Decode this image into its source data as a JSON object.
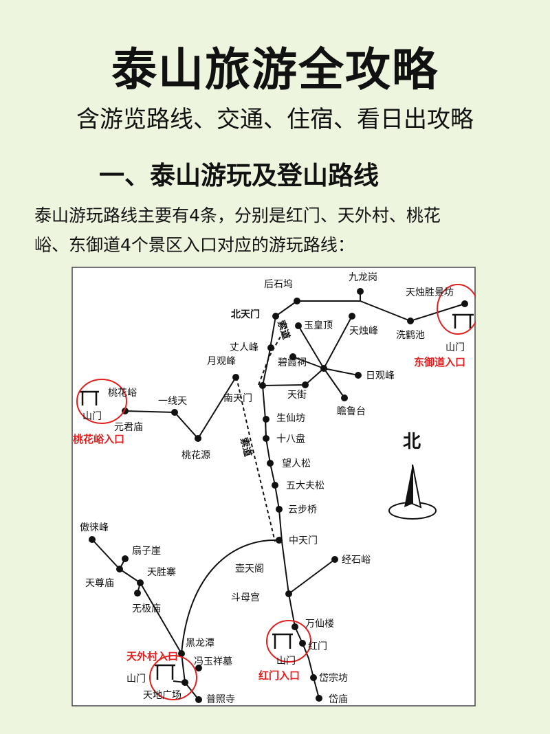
{
  "header": {
    "title": "泰山旅游全攻略",
    "subtitle": "含游览路线、交通、住宿、看日出攻略",
    "section_heading": "一、泰山游玩及登山路线",
    "intro_line1": "泰山游玩路线主要有4条，分别是红门、天外村、桃花",
    "intro_line2": "峪、东御道4个景区入口对应的游玩路线："
  },
  "map": {
    "north_label": "北",
    "places": {
      "houshiwu": "后石坞",
      "jiulonggang": "九龙岗",
      "tianzhushengjingfang": "天烛胜景坊",
      "beitianmen": "北天门",
      "yuhuangding": "玉皇顶",
      "tianzhufeng": "天烛峰",
      "xiheci": "洗鹤池",
      "shanmen_east": "山门",
      "zhangrenfeng": "丈人峰",
      "yueguanfeng": "月观峰",
      "bixiaci": "碧霞祠",
      "riguanfeng": "日观峰",
      "taohuayu": "桃花峪",
      "yixiantian": "一线天",
      "nantianmen": "南天门",
      "tianjie": "天街",
      "shanmen_west": "山门",
      "yuanjunmiao": "元君庙",
      "shengxianfang": "生仙坊",
      "zhanlutai": "瞻鲁台",
      "shibapan": "十八盘",
      "taohuayuan": "桃花源",
      "wangrensong": "望人松",
      "wudafusong": "五大夫松",
      "yunbuqiao": "云步桥",
      "aolaifeng": "傲徕峰",
      "zhongtianmen": "中天门",
      "shanziya": "扇子崖",
      "jingshiyu": "经石峪",
      "tianshengzhai": "天胜寨",
      "hutiange": "壶天阁",
      "tianzunmiao": "天尊庙",
      "doumugong": "斗母宫",
      "wujimiao": "无极庙",
      "wanxianlou": "万仙楼",
      "heilongtan": "黑龙潭",
      "hongmen": "红门",
      "fengyuxiangmu": "冯玉祥墓",
      "shanmen_hongmen": "山门",
      "daizongfang": "岱宗坊",
      "shanmen_tianwai": "山门",
      "tiandiguangchang": "天地广场",
      "puzhaosi": "普照寺",
      "daimiao": "岱庙"
    },
    "ropeways": {
      "north": "索道",
      "south": "索道"
    },
    "entrances": {
      "dongyudao": "东御道入口",
      "taohuayu": "桃花峪入口",
      "tianwaicun": "天外村入口",
      "hongmen": "红门入口"
    }
  }
}
